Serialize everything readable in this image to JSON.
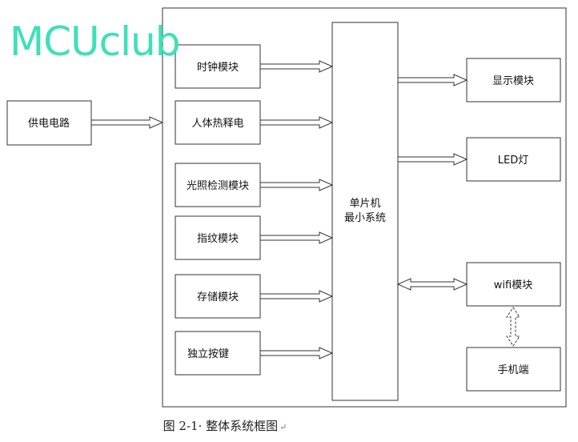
{
  "watermark": "MCUclub",
  "blocks": {
    "power": "供电电路",
    "clock": "时钟模块",
    "pir": "人体热释电",
    "light": "光照检测模块",
    "fingerprint": "指纹模块",
    "storage": "存储模块",
    "keys": "独立按键",
    "mcu_line1": "单片机",
    "mcu_line2": "最小系统",
    "display": "显示模块",
    "led": "LED灯",
    "wifi": "wifi模块",
    "phone": "手机端"
  },
  "caption": "图 2-1· 整体系统框图",
  "caption_mark": "↵"
}
